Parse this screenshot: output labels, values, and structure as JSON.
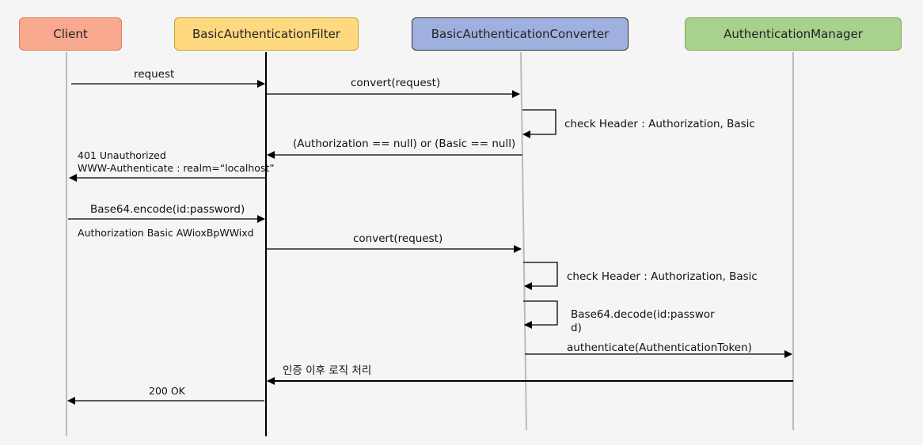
{
  "participants": {
    "client": {
      "label": "Client",
      "fill": "#f9a990",
      "stroke": "#e07a5a"
    },
    "filter": {
      "label": "BasicAuthenticationFilter",
      "fill": "#ffd97f",
      "stroke": "#c9a227"
    },
    "converter": {
      "label": "BasicAuthenticationConverter",
      "fill": "#9fb0de",
      "stroke": "#333333"
    },
    "manager": {
      "label": "AuthenticationManager",
      "fill": "#a9d18e",
      "stroke": "#7bab5c"
    }
  },
  "messages": {
    "m1": "request",
    "m2": "convert(request)",
    "m3": "check Header : Authorization, Basic",
    "m4": "(Authorization == null) or (Basic == null)",
    "m5a": "401 Unauthorized",
    "m5b": "WWW-Authenticate : realm=“localhost”",
    "m6": "Base64.encode(id:password)",
    "m6b": "Authorization Basic AWioxBpWWixd",
    "m7": "convert(request)",
    "m8": "check Header : Authorization, Basic",
    "m9a": "Base64.decode(id:passwor",
    "m9b": "d)",
    "m10": "authenticate(AuthenticationToken)",
    "m11": "인증 이후 로직 처리",
    "m12": "200 OK"
  }
}
